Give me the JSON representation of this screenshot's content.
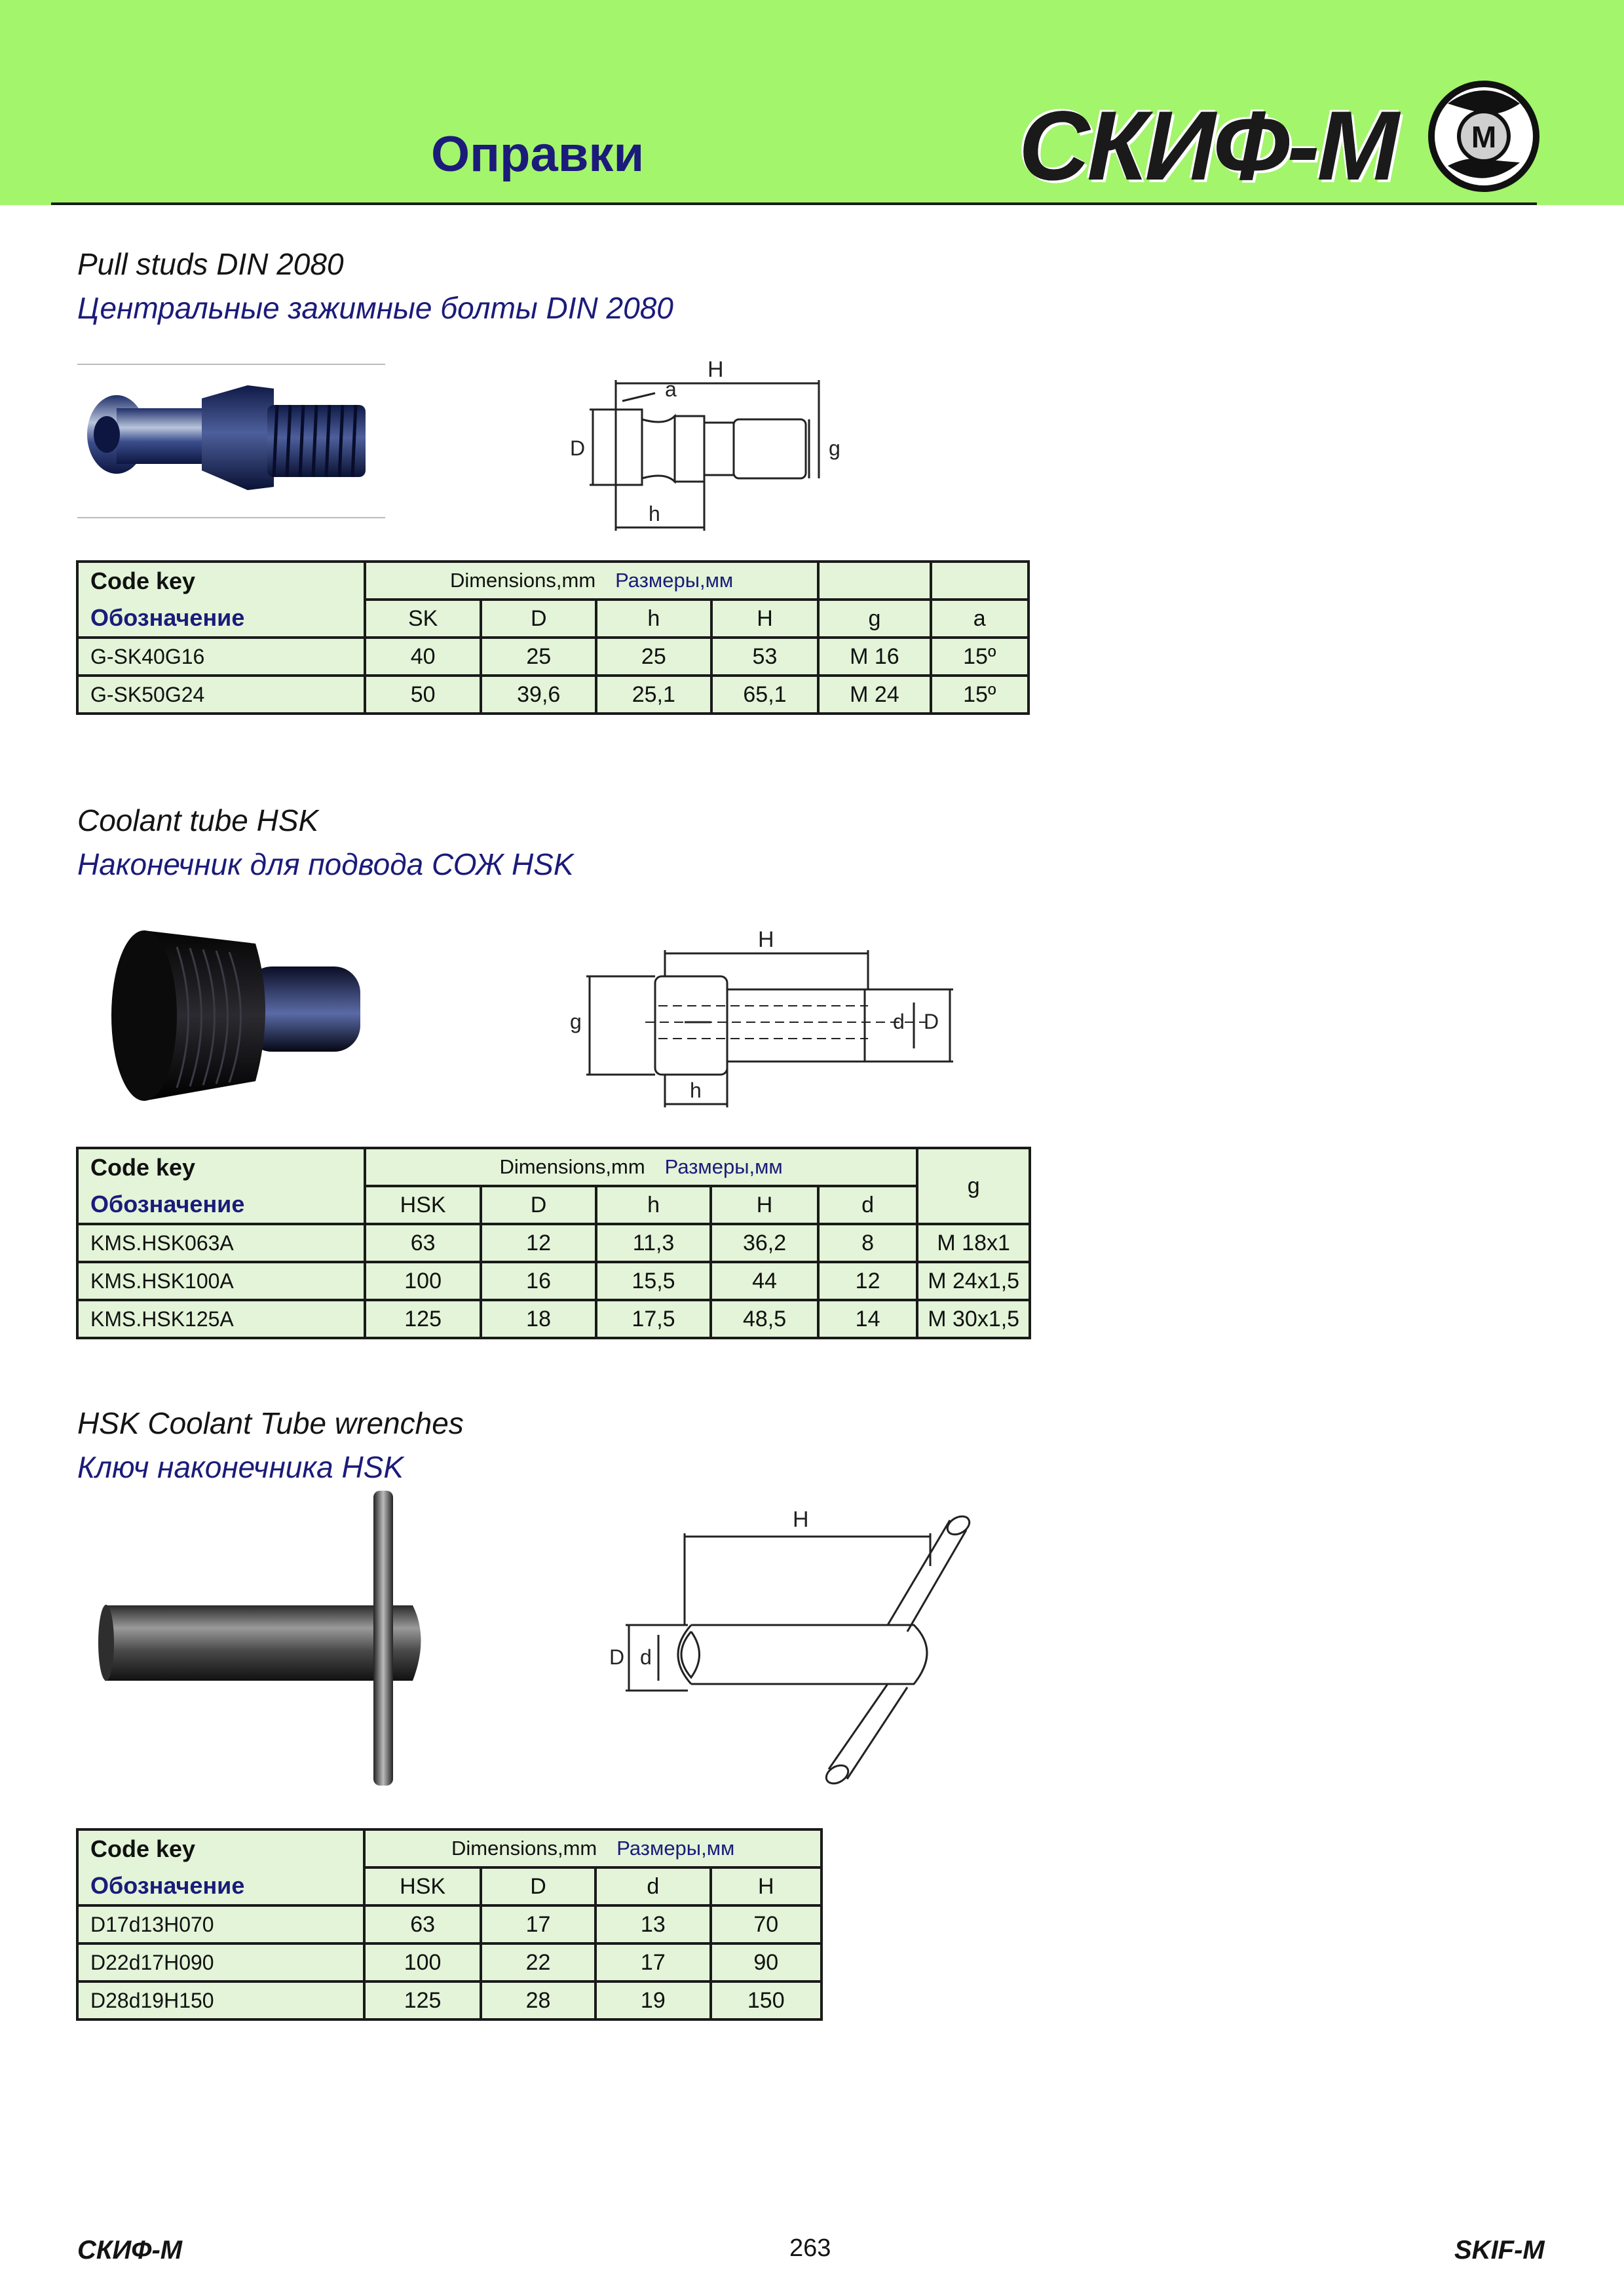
{
  "header": {
    "title": "Оправки",
    "logo_text": "СКИФ-М",
    "logo_mark_letter": "М",
    "background_color": "#a3f56b",
    "title_color": "#1b1b7a"
  },
  "sections": {
    "pull_studs": {
      "title_en": "Pull studs DIN 2080",
      "title_ru": "Центральные зажимные болты DIN 2080",
      "drawing_labels": {
        "H": "H",
        "a": "a",
        "D": "D",
        "g": "g",
        "h": "h"
      },
      "table": {
        "code_key_en": "Code key",
        "code_key_ru": "Обозначение",
        "dims_en": "Dimensions,mm",
        "dims_ru": "Размеры,мм",
        "columns": [
          "SK",
          "D",
          "h",
          "H",
          "g",
          "a"
        ],
        "rows": [
          [
            "G-SK40G16",
            "40",
            "25",
            "25",
            "53",
            "M 16",
            "15º"
          ],
          [
            "G-SK50G24",
            "50",
            "39,6",
            "25,1",
            "65,1",
            "M 24",
            "15º"
          ]
        ]
      }
    },
    "coolant_tube": {
      "title_en": "Coolant tube HSK",
      "title_ru": "Наконечник для подвода СОЖ HSK",
      "drawing_labels": {
        "H": "H",
        "g": "g",
        "h": "h",
        "d": "d",
        "D": "D"
      },
      "table": {
        "code_key_en": "Code key",
        "code_key_ru": "Обозначение",
        "dims_en": "Dimensions,mm",
        "dims_ru": "Размеры,мм",
        "columns": [
          "HSK",
          "D",
          "h",
          "H",
          "d"
        ],
        "extra_column": "g",
        "rows": [
          [
            "KMS.HSK063A",
            "63",
            "12",
            "11,3",
            "36,2",
            "8",
            "M 18x1"
          ],
          [
            "KMS.HSK100A",
            "100",
            "16",
            "15,5",
            "44",
            "12",
            "M 24x1,5"
          ],
          [
            "KMS.HSK125A",
            "125",
            "18",
            "17,5",
            "48,5",
            "14",
            "M 30x1,5"
          ]
        ]
      }
    },
    "wrenches": {
      "title_en": "HSK Coolant Tube wrenches",
      "title_ru": "Ключ наконечника HSK",
      "drawing_labels": {
        "H": "H",
        "D": "D",
        "d": "d"
      },
      "table": {
        "code_key_en": "Code key",
        "code_key_ru": "Обозначение",
        "dims_en": "Dimensions,mm",
        "dims_ru": "Размеры,мм",
        "columns": [
          "HSK",
          "D",
          "d",
          "H"
        ],
        "rows": [
          [
            "D17d13H070",
            "63",
            "17",
            "13",
            "70"
          ],
          [
            "D22d17H090",
            "100",
            "22",
            "17",
            "90"
          ],
          [
            "D28d19H150",
            "125",
            "28",
            "19",
            "150"
          ]
        ]
      }
    }
  },
  "footer": {
    "left": "СКИФ-М",
    "page_number": "263",
    "right": "SKIF-M"
  }
}
